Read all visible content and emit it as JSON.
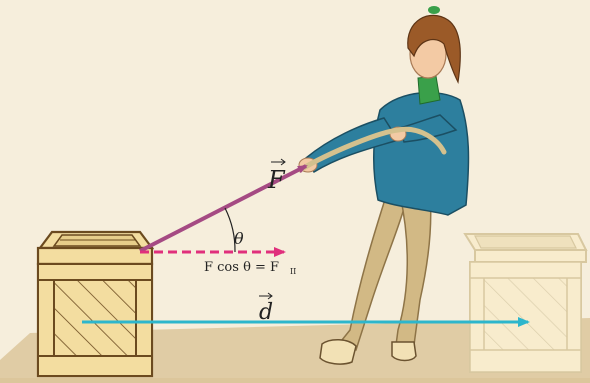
{
  "labels": {
    "force": "F",
    "displacement": "d",
    "angle": "θ",
    "component_main": "F cos θ = F",
    "component_sub": "II"
  },
  "colors": {
    "background": "#f6eedc",
    "floor": "#dcc59b",
    "crate_wood": "#f3dda0",
    "crate_outline": "#6b4a1f",
    "crate_faded_wood": "#f8eccd",
    "crate_faded_outline": "#d8c8a0",
    "force_vector": "#a54a83",
    "rope": "#d4c18e",
    "component_vector": "#e02f7c",
    "displacement_vector": "#2db6cc",
    "jacket": "#2d7f9e",
    "pants": "#d2b985",
    "hair": "#9b5a28",
    "skin": "#f3caa4",
    "turtleneck": "#3aa04a"
  }
}
